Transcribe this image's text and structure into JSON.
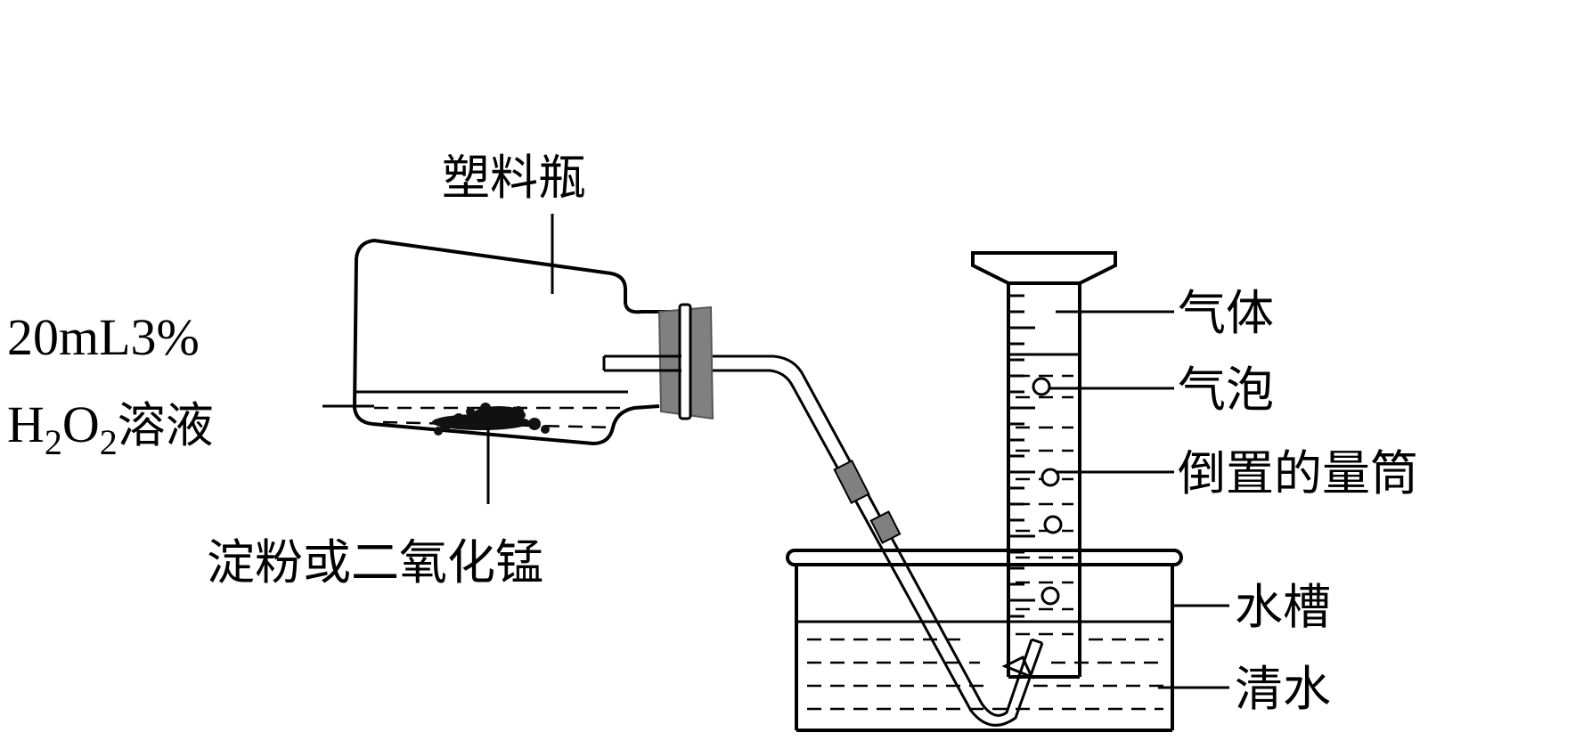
{
  "labels": {
    "plastic_bottle": "塑料瓶",
    "solution_line1": "20mL3%",
    "solution_h": "H",
    "solution_sub2": "2",
    "solution_o": "O",
    "solution_sub2b": "2",
    "solution_rest": "溶液",
    "catalyst": "淀粉或二氧化锰",
    "gas": "气体",
    "bubble": "气泡",
    "cylinder": "倒置的量筒",
    "trough": "水槽",
    "water": "清水"
  },
  "colors": {
    "line": "#000000",
    "stopper": "#808080",
    "background": "#ffffff"
  }
}
